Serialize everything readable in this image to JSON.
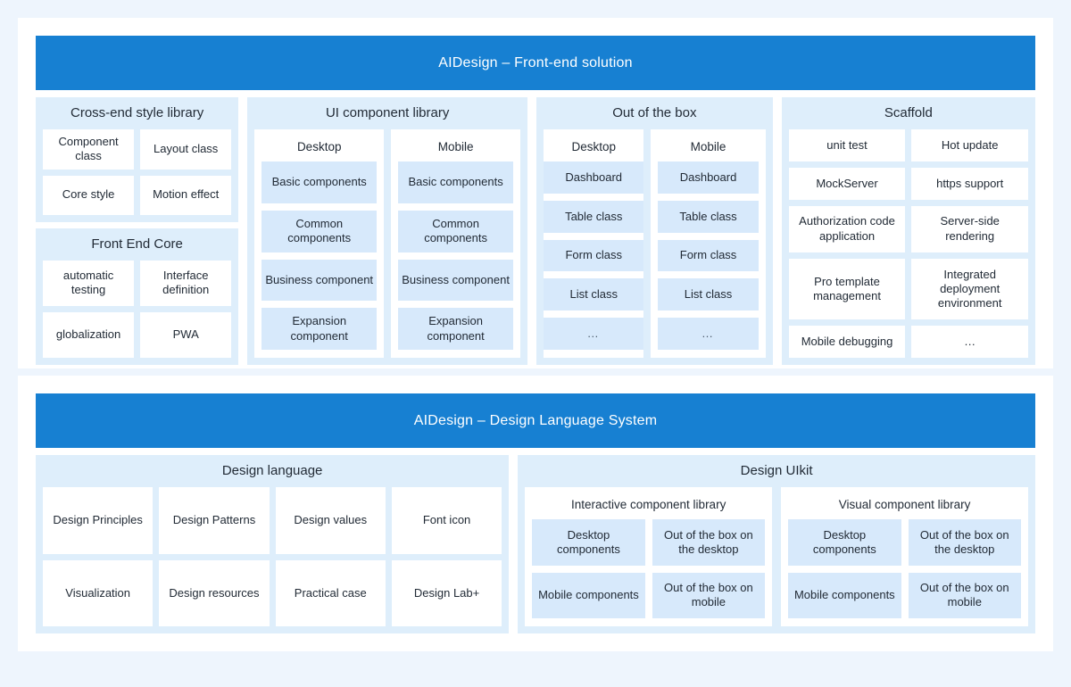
{
  "section_frontend": {
    "banner": "AIDesign – Front-end solution",
    "columns": [
      {
        "name": "cross-end-style-library",
        "panels": [
          {
            "title": "Cross-end style library",
            "tiles": [
              "Component class",
              "Layout class",
              "Core style",
              "Motion effect"
            ]
          },
          {
            "title": "Front End Core",
            "tiles": [
              "automatic testing",
              "Interface definition",
              "globalization",
              "PWA"
            ]
          }
        ]
      },
      {
        "name": "ui-component-library",
        "title": "UI component library",
        "groups": [
          {
            "title": "Desktop",
            "items": [
              "Basic components",
              "Common components",
              "Business component",
              "Expansion component"
            ]
          },
          {
            "title": "Mobile",
            "items": [
              "Basic components",
              "Common components",
              "Business component",
              "Expansion component"
            ]
          }
        ]
      },
      {
        "name": "out-of-the-box",
        "title": "Out of the box",
        "groups": [
          {
            "title": "Desktop",
            "items": [
              "Dashboard",
              "Table class",
              "Form class",
              "List class",
              "…"
            ]
          },
          {
            "title": "Mobile",
            "items": [
              "Dashboard",
              "Table class",
              "Form class",
              "List class",
              "…"
            ]
          }
        ]
      },
      {
        "name": "scaffold",
        "title": "Scaffold",
        "tiles": [
          "unit test",
          "Hot update",
          "MockServer",
          "https support",
          "Authorization code application",
          "Server-side rendering",
          "Pro template management",
          "Integrated deployment environment",
          "Mobile debugging",
          "…"
        ]
      }
    ]
  },
  "section_design": {
    "banner": "AIDesign – Design Language System",
    "design_language": {
      "title": "Design language",
      "tiles": [
        "Design Principles",
        "Design Patterns",
        "Design values",
        "Font icon",
        "Visualization",
        "Design resources",
        "Practical case",
        "Design Lab+"
      ]
    },
    "design_uikit": {
      "title": "Design UIkit",
      "groups": [
        {
          "title": "Interactive component library",
          "items": [
            "Desktop components",
            "Out of the box on the desktop",
            "Mobile components",
            "Out of the box on mobile"
          ]
        },
        {
          "title": "Visual component library",
          "items": [
            "Desktop components",
            "Out of the box on the desktop",
            "Mobile components",
            "Out of the box on mobile"
          ]
        }
      ]
    }
  },
  "colors": {
    "page_background": "#eef5fd",
    "card_background": "#ffffff",
    "banner_blue": "#1780d2",
    "panel_blue": "#deeefb",
    "tile_blue": "#d7e9fb",
    "text": "#222b36"
  }
}
